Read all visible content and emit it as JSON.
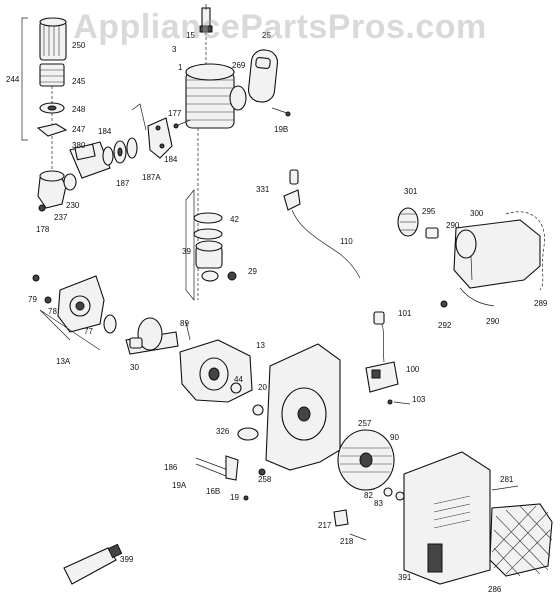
{
  "watermark": "AppliancePartsPros.com",
  "colors": {
    "ink": "#111111",
    "watermark": "#aaaaaa",
    "background": "#ffffff"
  },
  "labels": {
    "p250": "250",
    "p245": "245",
    "p244": "244",
    "p248": "248",
    "p247": "247",
    "p3": "3",
    "p1": "1",
    "p15": "15",
    "p25": "25",
    "p269": "269",
    "p177": "177",
    "p19b": "19B",
    "p184a": "184",
    "p380": "380",
    "p184b": "184",
    "p187": "187",
    "p187a": "187A",
    "p230": "230",
    "p237": "237",
    "p178": "178",
    "p331": "331",
    "p42": "42",
    "p39": "39",
    "p29": "29",
    "p110": "110",
    "p301": "301",
    "p295": "295",
    "p290a": "290",
    "p300": "300",
    "p289": "289",
    "p292": "292",
    "p290b": "290",
    "p79": "79",
    "p78": "78",
    "p77": "77",
    "p13a": "13A",
    "p89": "89",
    "p30": "30",
    "p13": "13",
    "p101": "101",
    "p100": "100",
    "p44": "44",
    "p20": "20",
    "p103": "103",
    "p326": "326",
    "p257": "257",
    "p90": "90",
    "p186": "186",
    "p19a": "19A",
    "p16b": "16B",
    "p19": "19",
    "p258": "258",
    "p82": "82",
    "p83": "83",
    "p281": "281",
    "p217": "217",
    "p218": "218",
    "p399": "399",
    "p391": "391",
    "p286": "286"
  }
}
